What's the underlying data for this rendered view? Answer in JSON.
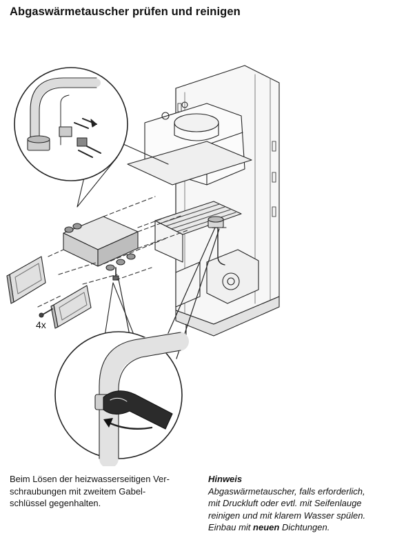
{
  "page": {
    "title": "Abgaswärmetauscher prüfen und reinigen"
  },
  "figure": {
    "screw_count_label": "4x",
    "icons": [
      "heat-exchanger",
      "cover-panel",
      "screw",
      "open-end-wrench",
      "rotation-arrow"
    ]
  },
  "caption": {
    "lines": [
      "Beim Lösen der heizwasserseitigen Ver-",
      "schraubungen mit zweitem Gabel-",
      "schlüssel gegenhalten."
    ]
  },
  "note": {
    "title": "Hinweis",
    "lines": [
      "Abgaswärmetauscher, falls erforderlich,",
      "mit Druckluft oder evtl. mit Seifenlauge",
      "reinigen und mit klarem Wasser spülen."
    ],
    "last_line_before": "Einbau mit ",
    "last_line_emphasis": "neuen",
    "last_line_after": " Dichtungen."
  }
}
